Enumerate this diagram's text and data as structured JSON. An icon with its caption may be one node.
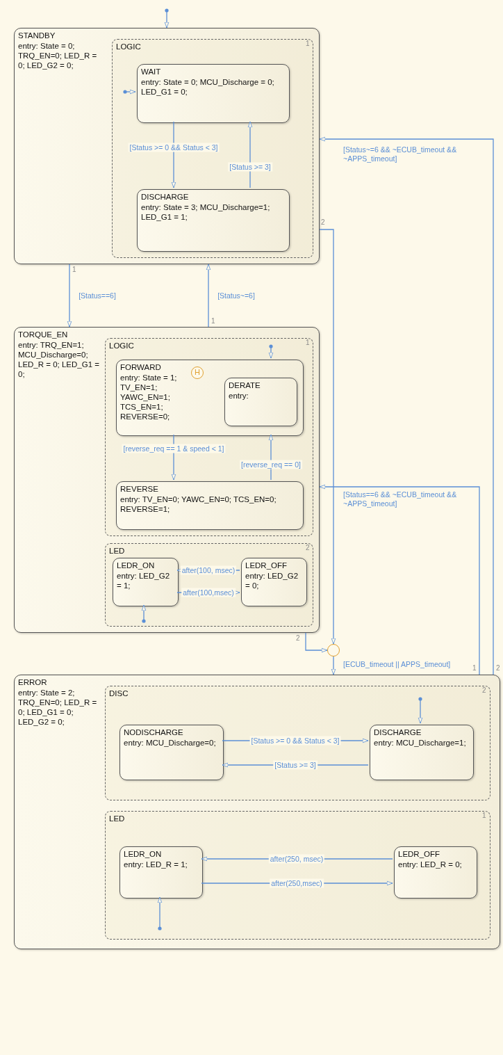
{
  "diagram": {
    "nodes": [
      {
        "text": [
          "STANDBY",
          "entry: State = 0; TRQ_EN=0; LED_R = 0; LED_G2 = 0;"
        ]
      },
      {
        "text": [
          "LOGIC"
        ],
        "in": 0
      },
      {
        "text": [
          "WAIT",
          "entry: State = 0; MCU_Discharge = 0; LED_G1 = 0;"
        ],
        "in": 1
      },
      {
        "text": [
          "DISCHARGE",
          "entry: State = 3; MCU_Discharge=1; LED_G1 = 1;"
        ],
        "in": 1
      },
      {
        "text": [
          "TORQUE_EN",
          "entry: TRQ_EN=1; MCU_Discharge=0; LED_R = 0; LED_G1 = 0;"
        ]
      },
      {
        "text": [
          "LOGIC"
        ],
        "in": 4
      },
      {
        "text": [
          "FORWARD",
          "entry: State = 1; TV_EN=1; YAWC_EN=1; TCS_EN=1; REVERSE=0;"
        ],
        "in": 5
      },
      {
        "text": [
          "H"
        ],
        "in": 6
      },
      {
        "text": [
          "DERATE",
          "entry:"
        ],
        "in": 6
      },
      {
        "text": [
          "REVERSE",
          "entry: TV_EN=0; YAWC_EN=0; TCS_EN=0; REVERSE=1;"
        ],
        "in": 5
      },
      {
        "text": [
          "LED"
        ],
        "in": 4
      },
      {
        "text": [
          "LEDR_ON",
          "entry: LED_G2 = 1;"
        ],
        "in": 10
      },
      {
        "text": [
          "LEDR_OFF",
          "entry: LED_G2 = 0;"
        ],
        "in": 10
      },
      {
        "text": [],
        "shape": "circle"
      },
      {
        "text": [
          "ERROR",
          "entry: State = 2; TRQ_EN=0; LED_R = 0; LED_G1 = 0; LED_G2 = 0;"
        ]
      },
      {
        "text": [
          "DISC"
        ],
        "in": 14
      },
      {
        "text": [
          "NODISCHARGE",
          "entry: MCU_Discharge=0;"
        ],
        "in": 15
      },
      {
        "text": [
          "DISCHARGE",
          "entry: MCU_Discharge=1;"
        ],
        "in": 15
      },
      {
        "text": [
          "LED"
        ],
        "in": 14
      },
      {
        "text": [
          "LEDR_ON",
          "entry: LED_R = 1;"
        ],
        "in": 18
      },
      {
        "text": [
          "LEDR_OFF",
          "entry: LED_R = 0;"
        ],
        "in": 18
      }
    ],
    "edges": [
      {
        "from": null,
        "to": 0,
        "arrow": "to"
      },
      {
        "from": null,
        "to": 2,
        "arrow": "to"
      },
      {
        "from": 2,
        "to": 3,
        "arrow": "to",
        "label": "[Status >= 0 && Status < 3]"
      },
      {
        "from": 3,
        "to": 2,
        "arrow": "to",
        "label": "[Status >= 3]"
      },
      {
        "from": 0,
        "to": 4,
        "arrow": "to",
        "label": "[Status==6]"
      },
      {
        "from": 4,
        "to": 0,
        "arrow": "to",
        "label": "[Status~=6]"
      },
      {
        "from": 0,
        "to": 13,
        "arrow": "to"
      },
      {
        "from": 4,
        "to": 13,
        "arrow": "to"
      },
      {
        "from": 13,
        "to": 14,
        "arrow": "to",
        "label": "[ECUB_timeout || APPS_timeout]"
      },
      {
        "from": null,
        "to": 6,
        "arrow": "to"
      },
      {
        "from": 6,
        "to": 9,
        "arrow": "to",
        "label": "[reverse_req == 1 & speed < 1]"
      },
      {
        "from": 9,
        "to": 6,
        "arrow": "to",
        "label": "[reverse_req == 0]"
      },
      {
        "from": null,
        "to": 11,
        "arrow": "to"
      },
      {
        "from": 12,
        "to": 11,
        "arrow": "to",
        "label": "after(100, msec)"
      },
      {
        "from": 11,
        "to": 12,
        "arrow": "to",
        "label": "after(100,msec)"
      },
      {
        "from": 14,
        "to": 4,
        "arrow": "to",
        "label": "[Status==6 && ~ECUB_timeout && ~APPS_timeout]"
      },
      {
        "from": 14,
        "to": 0,
        "arrow": "to",
        "label": "[Status~=6 && ~ECUB_timeout && ~APPS_timeout]"
      },
      {
        "from": null,
        "to": 17,
        "arrow": "to"
      },
      {
        "from": 16,
        "to": 17,
        "arrow": "to",
        "label": "[Status >= 0 && Status < 3]"
      },
      {
        "from": 17,
        "to": 16,
        "arrow": "to",
        "label": "[Status >= 3]"
      },
      {
        "from": null,
        "to": 19,
        "arrow": "to"
      },
      {
        "from": 20,
        "to": 19,
        "arrow": "to",
        "label": "after(250, msec)"
      },
      {
        "from": 19,
        "to": 20,
        "arrow": "to",
        "label": "after(250,msec)"
      }
    ],
    "labels": [
      "1",
      "1",
      "2",
      "1",
      "2",
      "1",
      "2",
      "1",
      "2",
      "2",
      "1"
    ]
  }
}
